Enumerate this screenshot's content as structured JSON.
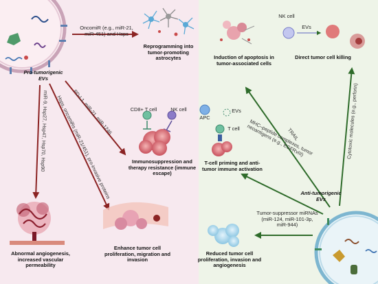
{
  "left": {
    "ev_title": "Pro-tumorigenic EVs",
    "arrow_top_label": "OncomiR (e.g., miR-21, miR-451) and Hsps",
    "arrow_pdl1_label": "PD-L1, miR-21, miR-1246",
    "arrow_hsps_label": "Hsps, oncomiRs (miR-21/451), pro-invasive proteins",
    "arrow_angio_label": "miR-9, Hsp27, Hsp47, Hsp70, Hsp90",
    "outcome_astro": "Reprogramming into tumor-promoting astrocytes",
    "outcome_immune": "Immunosuppression and therapy resistance (immune escape)",
    "outcome_angio": "Abnormal angiogenesis, increased vascular permeability",
    "outcome_prolif": "Enhance tumor cell proliferation, migration and invasion",
    "cell_cd8": "CD8+ T cell",
    "cell_nk": "NK cell"
  },
  "right": {
    "ev_title": "Anti-tumorigenic EVs",
    "outcome_apoptosis": "Induction of apoptosis in tumor-associated cells",
    "outcome_killing": "Direct tumor cell killing",
    "outcome_tcell": "T-cell priming and anti-tumor immune activation",
    "outcome_reduced": "Reduced tumor cell proliferation, invasion and angiogenesis",
    "arrow_trail_label": "TRAIL",
    "arrow_cytotoxic_label": "Cytotoxic molecules (e.g., perforin)",
    "arrow_mhc_label": "MHC–peptide complexes, tumor neoantigens (e.g., EGFRvIII)",
    "arrow_supp_label": "Tumor-suppressor miRNAs (miR-124, miR-101-3p, miR-944)",
    "cell_nk": "NK cell",
    "cell_evs_top": "EVs",
    "cell_apc": "APC",
    "cell_evs_mid": "EVs",
    "cell_tcell": "T cell"
  },
  "colors": {
    "left_bg": "#f7e9ef",
    "right_bg": "#eef4e8",
    "pro_arrow": "#8b2323",
    "anti_arrow": "#2e6b2a"
  }
}
